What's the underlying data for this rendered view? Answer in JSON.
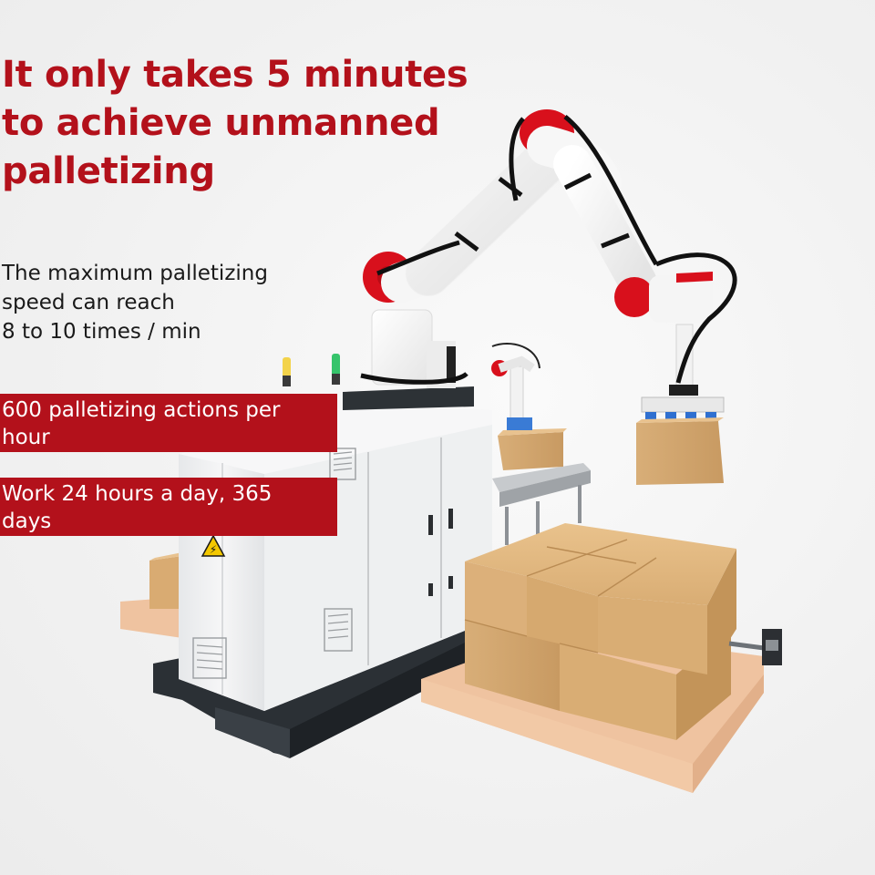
{
  "headline": {
    "lines": [
      "It only takes 5 minutes",
      "to achieve unmanned",
      "palletizing"
    ]
  },
  "speed_note": {
    "lines": [
      "The maximum palletizing",
      "speed can reach",
      "8 to 10 times / min"
    ]
  },
  "banners": [
    {
      "lines": [
        "600 palletizing actions per",
        "hour"
      ]
    },
    {
      "lines": [
        "Work 24 hours a day, 365",
        "days"
      ]
    }
  ],
  "colors": {
    "accent_red": "#b3111b",
    "robot_white": "#f7f7f7",
    "robot_red": "#d8101c",
    "cardboard": "#e0b781",
    "pallet": "#f1c9a3",
    "cabinet": "#eeeeee",
    "base": "#2e3338"
  }
}
